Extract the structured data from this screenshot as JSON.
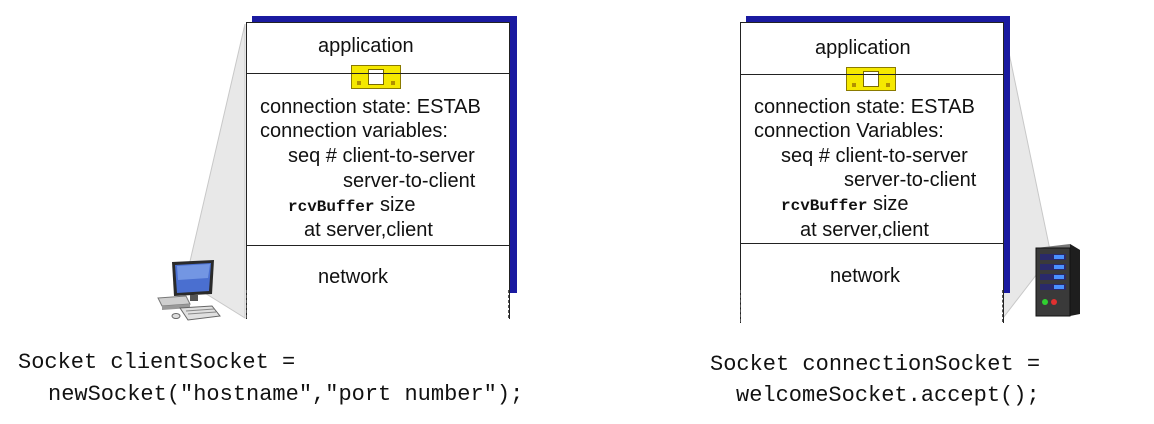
{
  "client": {
    "layer_top": "application",
    "layer_bottom": "network",
    "state_line": "connection state: ESTAB",
    "vars_line": "connection variables:",
    "seq_line": "seq # client-to-server",
    "seq_line2": "server-to-client",
    "buffer_code": "rcvBuffer",
    "buffer_suffix": " size",
    "at_line": "at server,client",
    "code_line1": "Socket clientSocket =",
    "code_line2": "newSocket(\"hostname\",\"port number\");",
    "device_icon": "desktop-computer-icon"
  },
  "server": {
    "layer_top": "application",
    "layer_bottom": "network",
    "state_line": "connection state: ESTAB",
    "vars_line": "connection Variables:",
    "seq_line": "seq # client-to-server",
    "seq_line2": "server-to-client",
    "buffer_code": "rcvBuffer",
    "buffer_suffix": " size",
    "at_line": "at server,client",
    "code_line1": "Socket connectionSocket =",
    "code_line2": "welcomeSocket.accept();",
    "device_icon": "server-tower-icon"
  },
  "colors": {
    "shadow": "#1a1aa0",
    "socket": "#f5e800",
    "light_beam": "#e6e6e6"
  }
}
